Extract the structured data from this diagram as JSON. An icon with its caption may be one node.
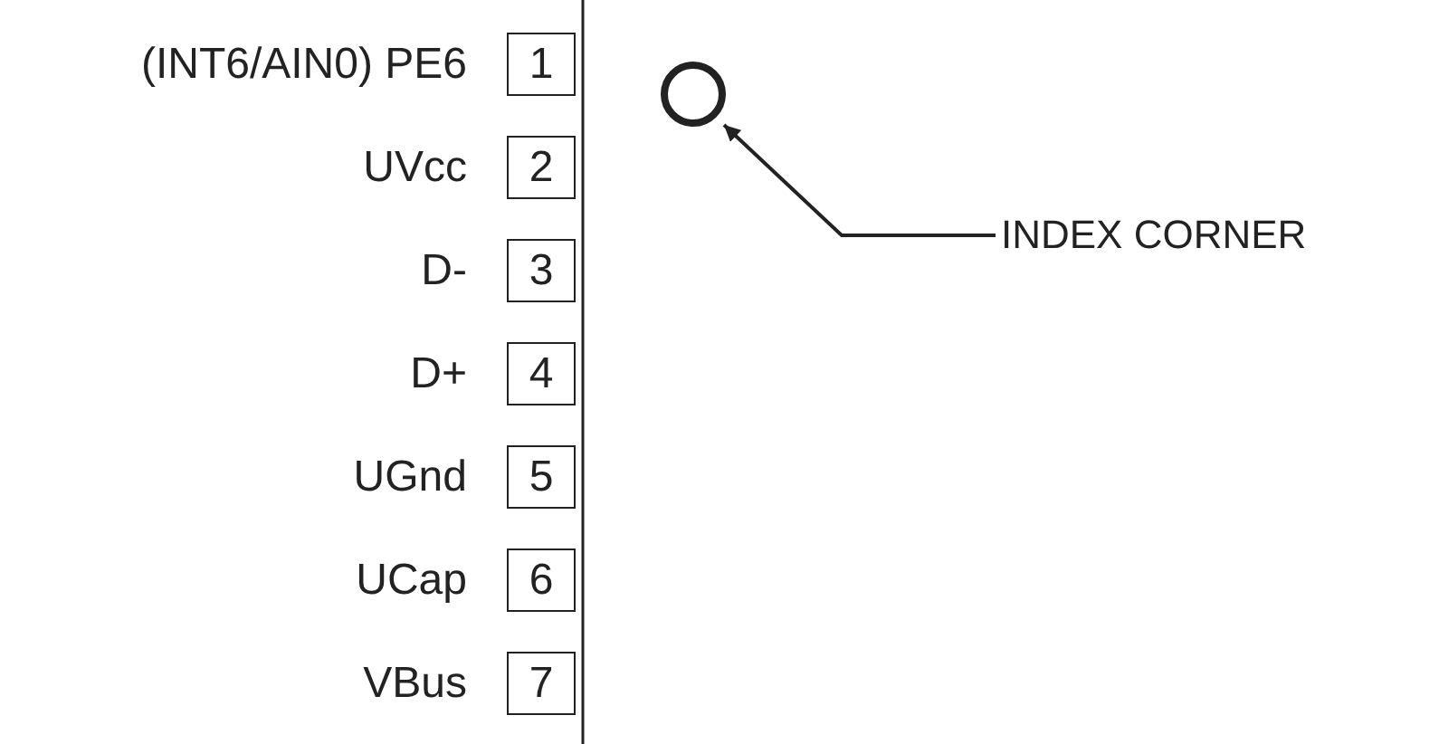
{
  "diagram": {
    "nodes": [
      {
        "text": [],
        "shape": "circle"
      },
      {
        "text": [
          "INDEX CORNER"
        ]
      }
    ],
    "edges": [
      {
        "from": 1,
        "to": 0,
        "arrow": "to"
      }
    ],
    "labels": [
      "(INT6/AIN0) PE6",
      "1",
      "UVcc",
      "2",
      "D-",
      "3",
      "D+",
      "4",
      "UGnd",
      "5",
      "UCap",
      "6",
      "VBus",
      "7"
    ]
  }
}
